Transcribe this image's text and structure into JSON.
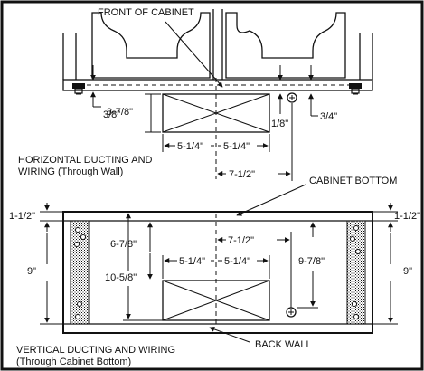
{
  "labels": {
    "front_of_cabinet": "FRONT OF CABINET",
    "cabinet_bottom": "CABINET BOTTOM",
    "back_wall": "BACK WALL"
  },
  "captions": {
    "horizontal_line1": "HORIZONTAL DUCTING AND",
    "horizontal_line2": "WIRING (Through Wall)",
    "vertical_line1": "VERTICAL DUCTING AND WIRING",
    "vertical_line2": "(Through Cabinet Bottom)"
  },
  "dims_top": {
    "d_3_8": "3/8\"",
    "d_3_7_8": "3-7/8\"",
    "d_1_8": "1/8\"",
    "d_3_4": "3/4\"",
    "d_5_1_4_left": "5-1/4\"",
    "d_5_1_4_right": "5-1/4\"",
    "d_7_1_2": "7-1/2\""
  },
  "dims_bottom": {
    "d_1_1_2_left": "1-1/2\"",
    "d_1_1_2_right": "1-1/2\"",
    "d_9_left": "9\"",
    "d_9_right": "9\"",
    "d_6_7_8": "6-7/8\"",
    "d_10_5_8": "10-5/8\"",
    "d_7_1_2": "7-1/2\"",
    "d_5_1_4_left": "5-1/4\"",
    "d_5_1_4_right": "5-1/4\"",
    "d_9_7_8": "9-7/8\""
  }
}
